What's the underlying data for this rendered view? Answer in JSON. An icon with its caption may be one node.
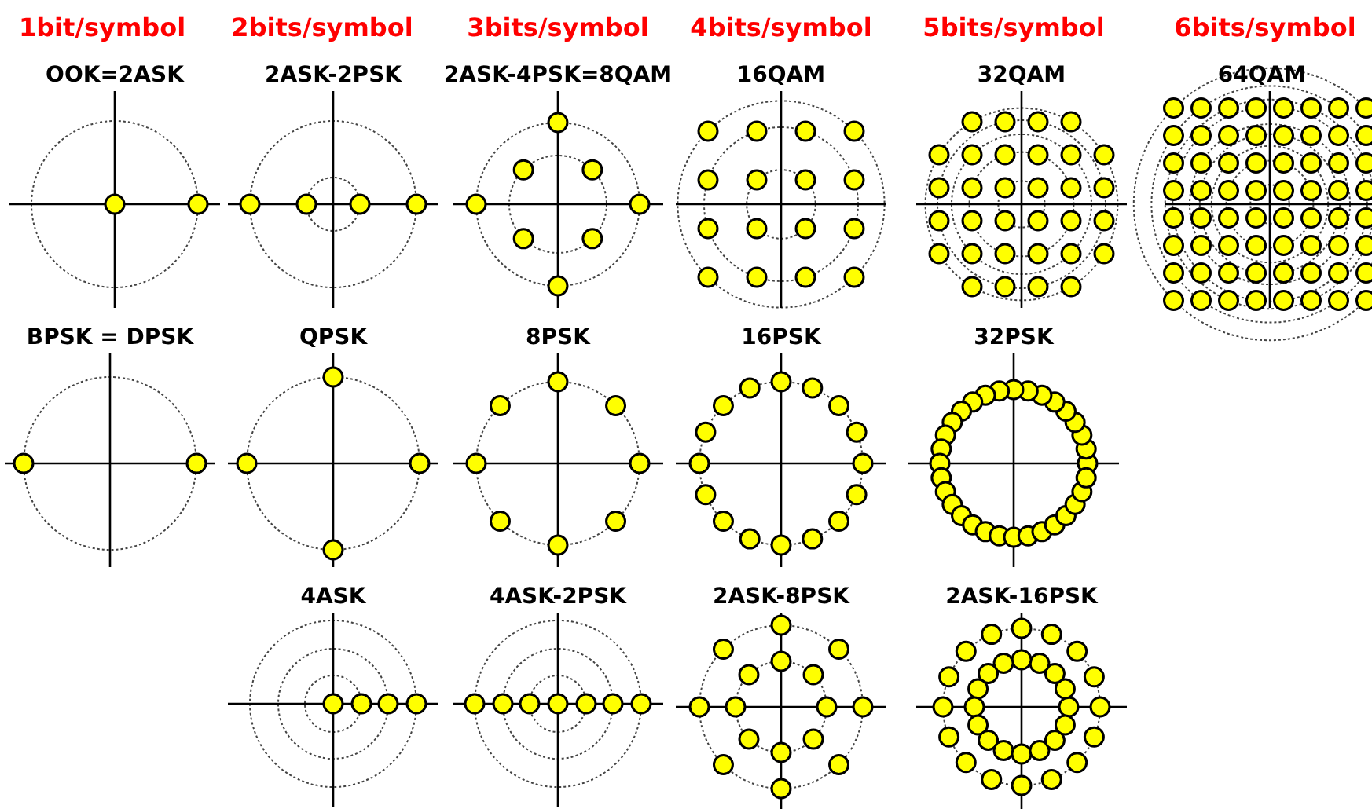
{
  "diagram": {
    "nodes": [
      {
        "text": [
          "OOK=2ASK"
        ]
      },
      {
        "text": [
          "2ASK-2PSK"
        ]
      },
      {
        "text": [
          "2ASK-4PSK=8QAM"
        ]
      },
      {
        "text": [
          "16QAM"
        ]
      },
      {
        "text": [
          "32QAM"
        ]
      },
      {
        "text": [
          "64QAM"
        ]
      },
      {
        "text": [
          "BPSK = DPSK"
        ]
      },
      {
        "text": [
          "QPSK"
        ]
      },
      {
        "text": [
          "8PSK"
        ]
      },
      {
        "text": [
          "16PSK"
        ]
      },
      {
        "text": [
          "32PSK"
        ]
      },
      {
        "text": [
          "4ASK"
        ]
      },
      {
        "text": [
          "4ASK-2PSK"
        ]
      },
      {
        "text": [
          "2ASK-8PSK"
        ]
      },
      {
        "text": [
          "2ASK-16PSK"
        ]
      }
    ],
    "labels": [
      "1bit/symbol",
      "2bits/symbol",
      "3bits/symbol",
      "4bits/symbol",
      "5bits/symbol",
      "6bits/symbol"
    ]
  }
}
